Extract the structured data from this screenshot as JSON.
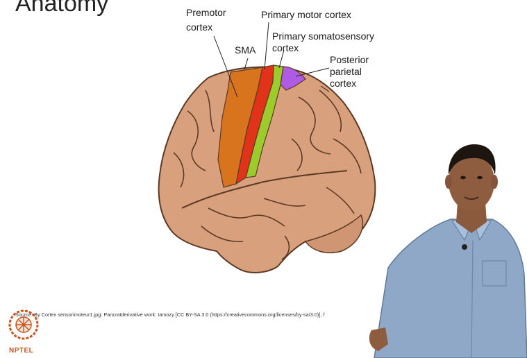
{
  "slide": {
    "title": "Anatomy",
    "source_text": "Source: By Cortex sensorimoteur1.jpg: Pancratderivative work: Iamozy [CC BY-SA 3.0 (https://creativecommons.org/licenses/by-sa/3.0)], f"
  },
  "labels": {
    "premotor": [
      "Premotor",
      "cortex"
    ],
    "sma": "SMA",
    "primary_motor": "Primary motor cortex",
    "primary_somatosensory": [
      "Primary somatosensory",
      "cortex"
    ],
    "posterior_parietal": [
      "Posterior",
      "parietal",
      "cortex"
    ]
  },
  "logo": {
    "text": "NPTEL"
  },
  "colors": {
    "brain": "#d9a07e",
    "brain_outline": "#5a3a22",
    "premotor": "#d8731e",
    "primary_motor": "#e0331a",
    "primary_somatosensory": "#9ccc2c",
    "posterior_parietal": "#b05be6",
    "logo": "#c8541c"
  }
}
